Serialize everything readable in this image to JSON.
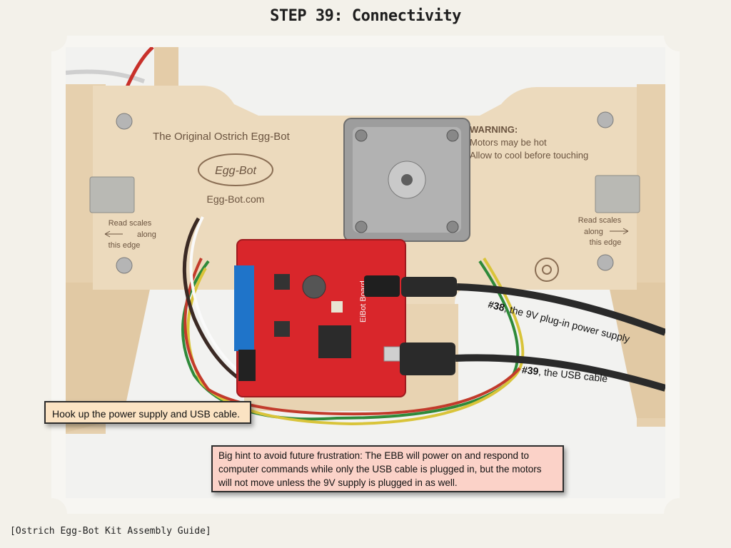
{
  "page": {
    "title": "STEP 39: Connectivity",
    "footer": "[Ostrich Egg-Bot Kit Assembly Guide]"
  },
  "photo": {
    "engraving": {
      "heading": "The Original Ostrich Egg-Bot",
      "logo": "Egg-Bot",
      "website": "Egg-Bot.com",
      "warning_title": "WARNING:",
      "warning_line1": "Motors may be hot",
      "warning_line2": "Allow to cool before touching",
      "scale_left_line1": "Read scales",
      "scale_left_line2": "along",
      "scale_left_line3": "this edge",
      "scale_right_line1": "Read scales",
      "scale_right_line2": "along",
      "scale_right_line3": "this edge"
    },
    "board_label": "EiBot Board"
  },
  "labels": {
    "power_number": "#38",
    "power_text": ", the 9V plug-in power supply",
    "usb_number": "#39",
    "usb_text": ", the USB cable"
  },
  "callouts": {
    "hook_up": "Hook up the power supply and USB cable.",
    "hint": "Big hint to avoid future frustration: The EBB will power on and respond to computer commands while only the USB cable is plugged in, but the motors will not move unless the 9V supply is plugged in as well."
  },
  "colors": {
    "wood": "#e9d6b8",
    "board": "#d9262b",
    "terminal": "#1f74c9",
    "callout_orange": "#fbe3c3",
    "callout_pink": "#fbd2c8"
  }
}
